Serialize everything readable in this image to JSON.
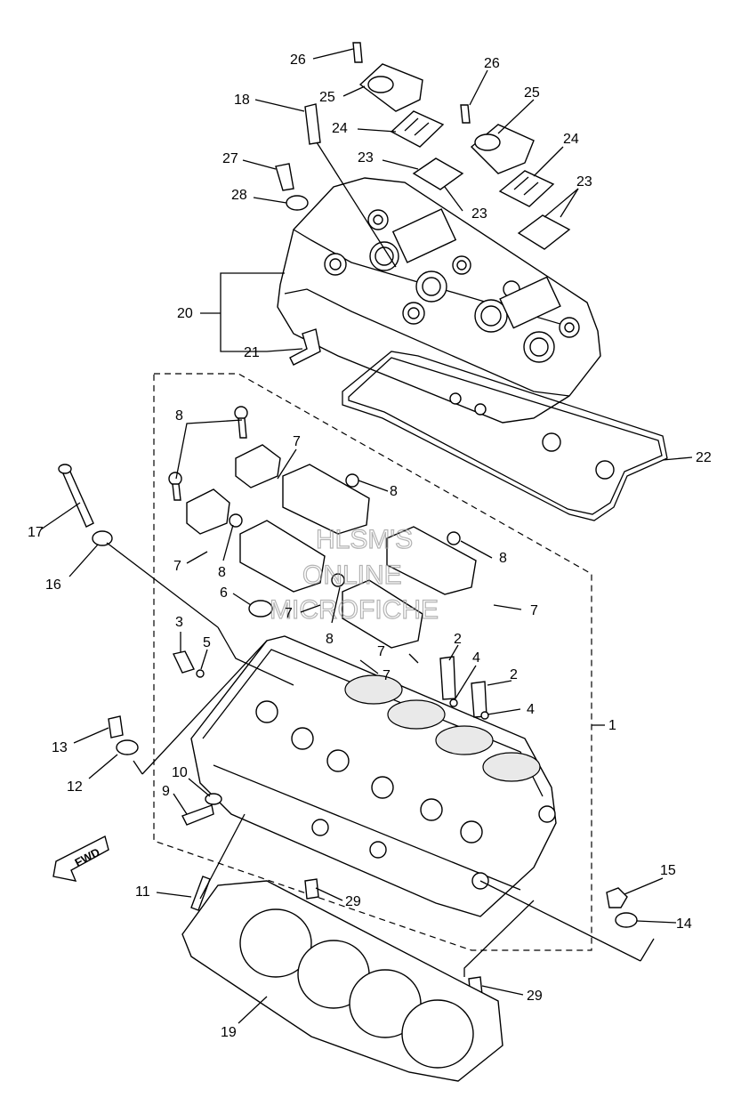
{
  "watermark": {
    "line1": "HLSM'S",
    "line2": "ONLINE",
    "line3": "MICROFICHE"
  },
  "forward_label": "FWD",
  "callouts": [
    {
      "id": "c26a",
      "text": "26"
    },
    {
      "id": "c25a",
      "text": "25"
    },
    {
      "id": "c18",
      "text": "18"
    },
    {
      "id": "c24a",
      "text": "24"
    },
    {
      "id": "c26b",
      "text": "26"
    },
    {
      "id": "c25b",
      "text": "25"
    },
    {
      "id": "c27",
      "text": "27"
    },
    {
      "id": "c23a",
      "text": "23"
    },
    {
      "id": "c24b",
      "text": "24"
    },
    {
      "id": "c28",
      "text": "28"
    },
    {
      "id": "c23b",
      "text": "23"
    },
    {
      "id": "c23c",
      "text": "23"
    },
    {
      "id": "c20",
      "text": "20"
    },
    {
      "id": "c21",
      "text": "21"
    },
    {
      "id": "c22",
      "text": "22"
    },
    {
      "id": "c8a",
      "text": "8"
    },
    {
      "id": "c7a",
      "text": "7"
    },
    {
      "id": "c8b",
      "text": "8"
    },
    {
      "id": "c17",
      "text": "17"
    },
    {
      "id": "c16",
      "text": "16"
    },
    {
      "id": "c7b",
      "text": "7"
    },
    {
      "id": "c8c",
      "text": "8"
    },
    {
      "id": "c8d",
      "text": "8"
    },
    {
      "id": "c6",
      "text": "6"
    },
    {
      "id": "c7c",
      "text": "7"
    },
    {
      "id": "c7d",
      "text": "7"
    },
    {
      "id": "c3",
      "text": "3"
    },
    {
      "id": "c5",
      "text": "5"
    },
    {
      "id": "c8e",
      "text": "8"
    },
    {
      "id": "c2a",
      "text": "2"
    },
    {
      "id": "c4a",
      "text": "4"
    },
    {
      "id": "c7e",
      "text": "7"
    },
    {
      "id": "c2b",
      "text": "2"
    },
    {
      "id": "c7f",
      "text": "7"
    },
    {
      "id": "c4b",
      "text": "4"
    },
    {
      "id": "c1",
      "text": "1"
    },
    {
      "id": "c13",
      "text": "13"
    },
    {
      "id": "c12",
      "text": "12"
    },
    {
      "id": "c10",
      "text": "10"
    },
    {
      "id": "c9",
      "text": "9"
    },
    {
      "id": "c15",
      "text": "15"
    },
    {
      "id": "c11",
      "text": "11"
    },
    {
      "id": "c29a",
      "text": "29"
    },
    {
      "id": "c14",
      "text": "14"
    },
    {
      "id": "c29b",
      "text": "29"
    },
    {
      "id": "c19",
      "text": "19"
    }
  ]
}
